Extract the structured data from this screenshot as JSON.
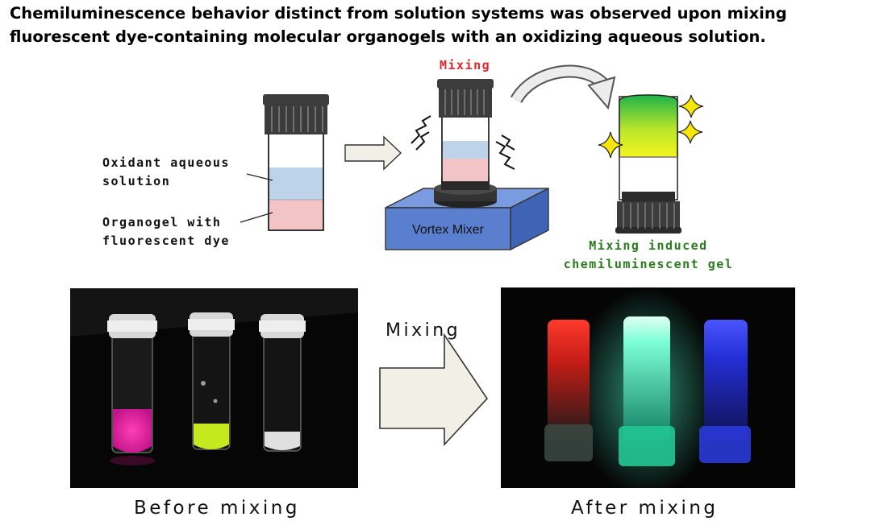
{
  "headline": {
    "line1": "Chemiluminescence behavior distinct from solution systems was observed upon mixing",
    "line2": "fluorescent dye-containing molecular organogels with an oxidizing aqueous solution."
  },
  "schematic": {
    "oxidant_label_line1": "Oxidant aqueous",
    "oxidant_label_line2": "solution",
    "organogel_label_line1": "Organogel with",
    "organogel_label_line2": "fluorescent dye",
    "mixing_label": "Mixing",
    "vortex_label": "Vortex Mixer",
    "result_label_line1": "Mixing induced",
    "result_label_line2": "chemiluminescent gel"
  },
  "photos": {
    "arrow_label": "Mixing",
    "before_caption": "Before mixing",
    "after_caption": "After mixing"
  },
  "colors": {
    "oxidant_layer": "#bcd3ea",
    "organogel_layer": "#f2c4c6",
    "vortex_box": "#5b7fcf",
    "cap": "#3c3c3c",
    "mixing_text": "#e0282a",
    "result_text": "#2a7a1e",
    "glow_red": "#ff3a2c",
    "glow_green": "#7dffd6",
    "glow_blue": "#2d3cff"
  }
}
